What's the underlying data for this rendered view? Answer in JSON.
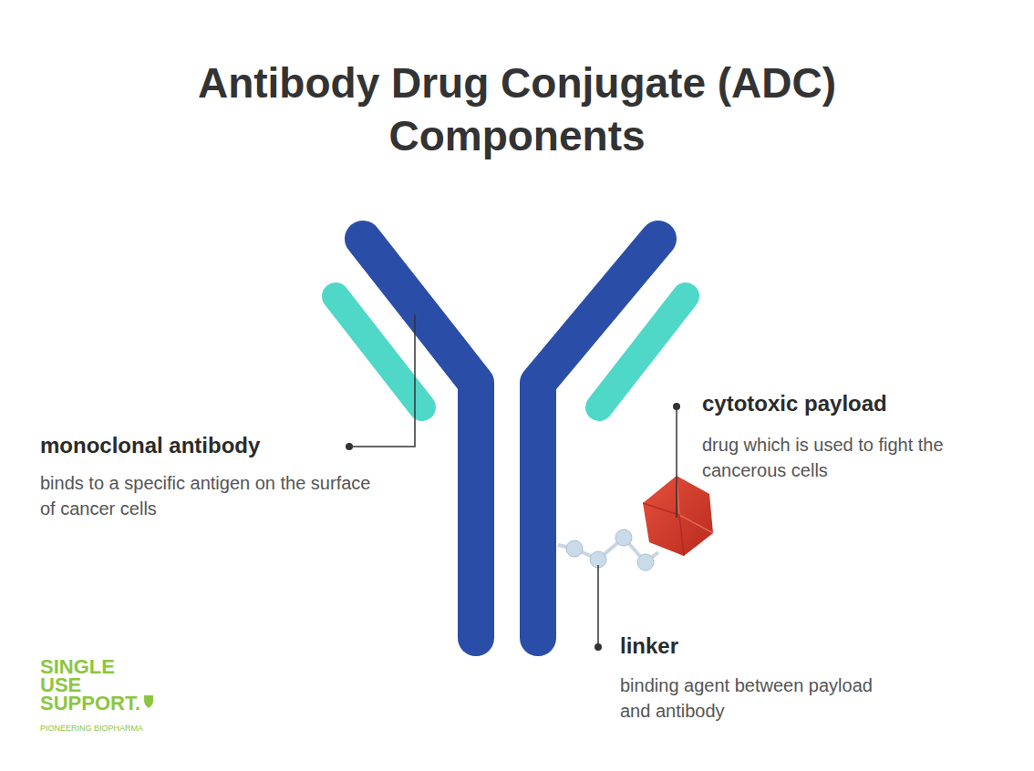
{
  "diagram": {
    "title": "Antibody Drug Conjugate (ADC) Components",
    "labels": [
      "monoclonal antibody",
      "binds to a specific antigen on the surface of cancer cells",
      "cytotoxic payload",
      "drug which is used to fight the cancerous cells",
      "linker",
      "binding agent between payload and antibody",
      "SINGLE USE SUPPORT.",
      "PIONEERING BIOPHARMA"
    ]
  }
}
